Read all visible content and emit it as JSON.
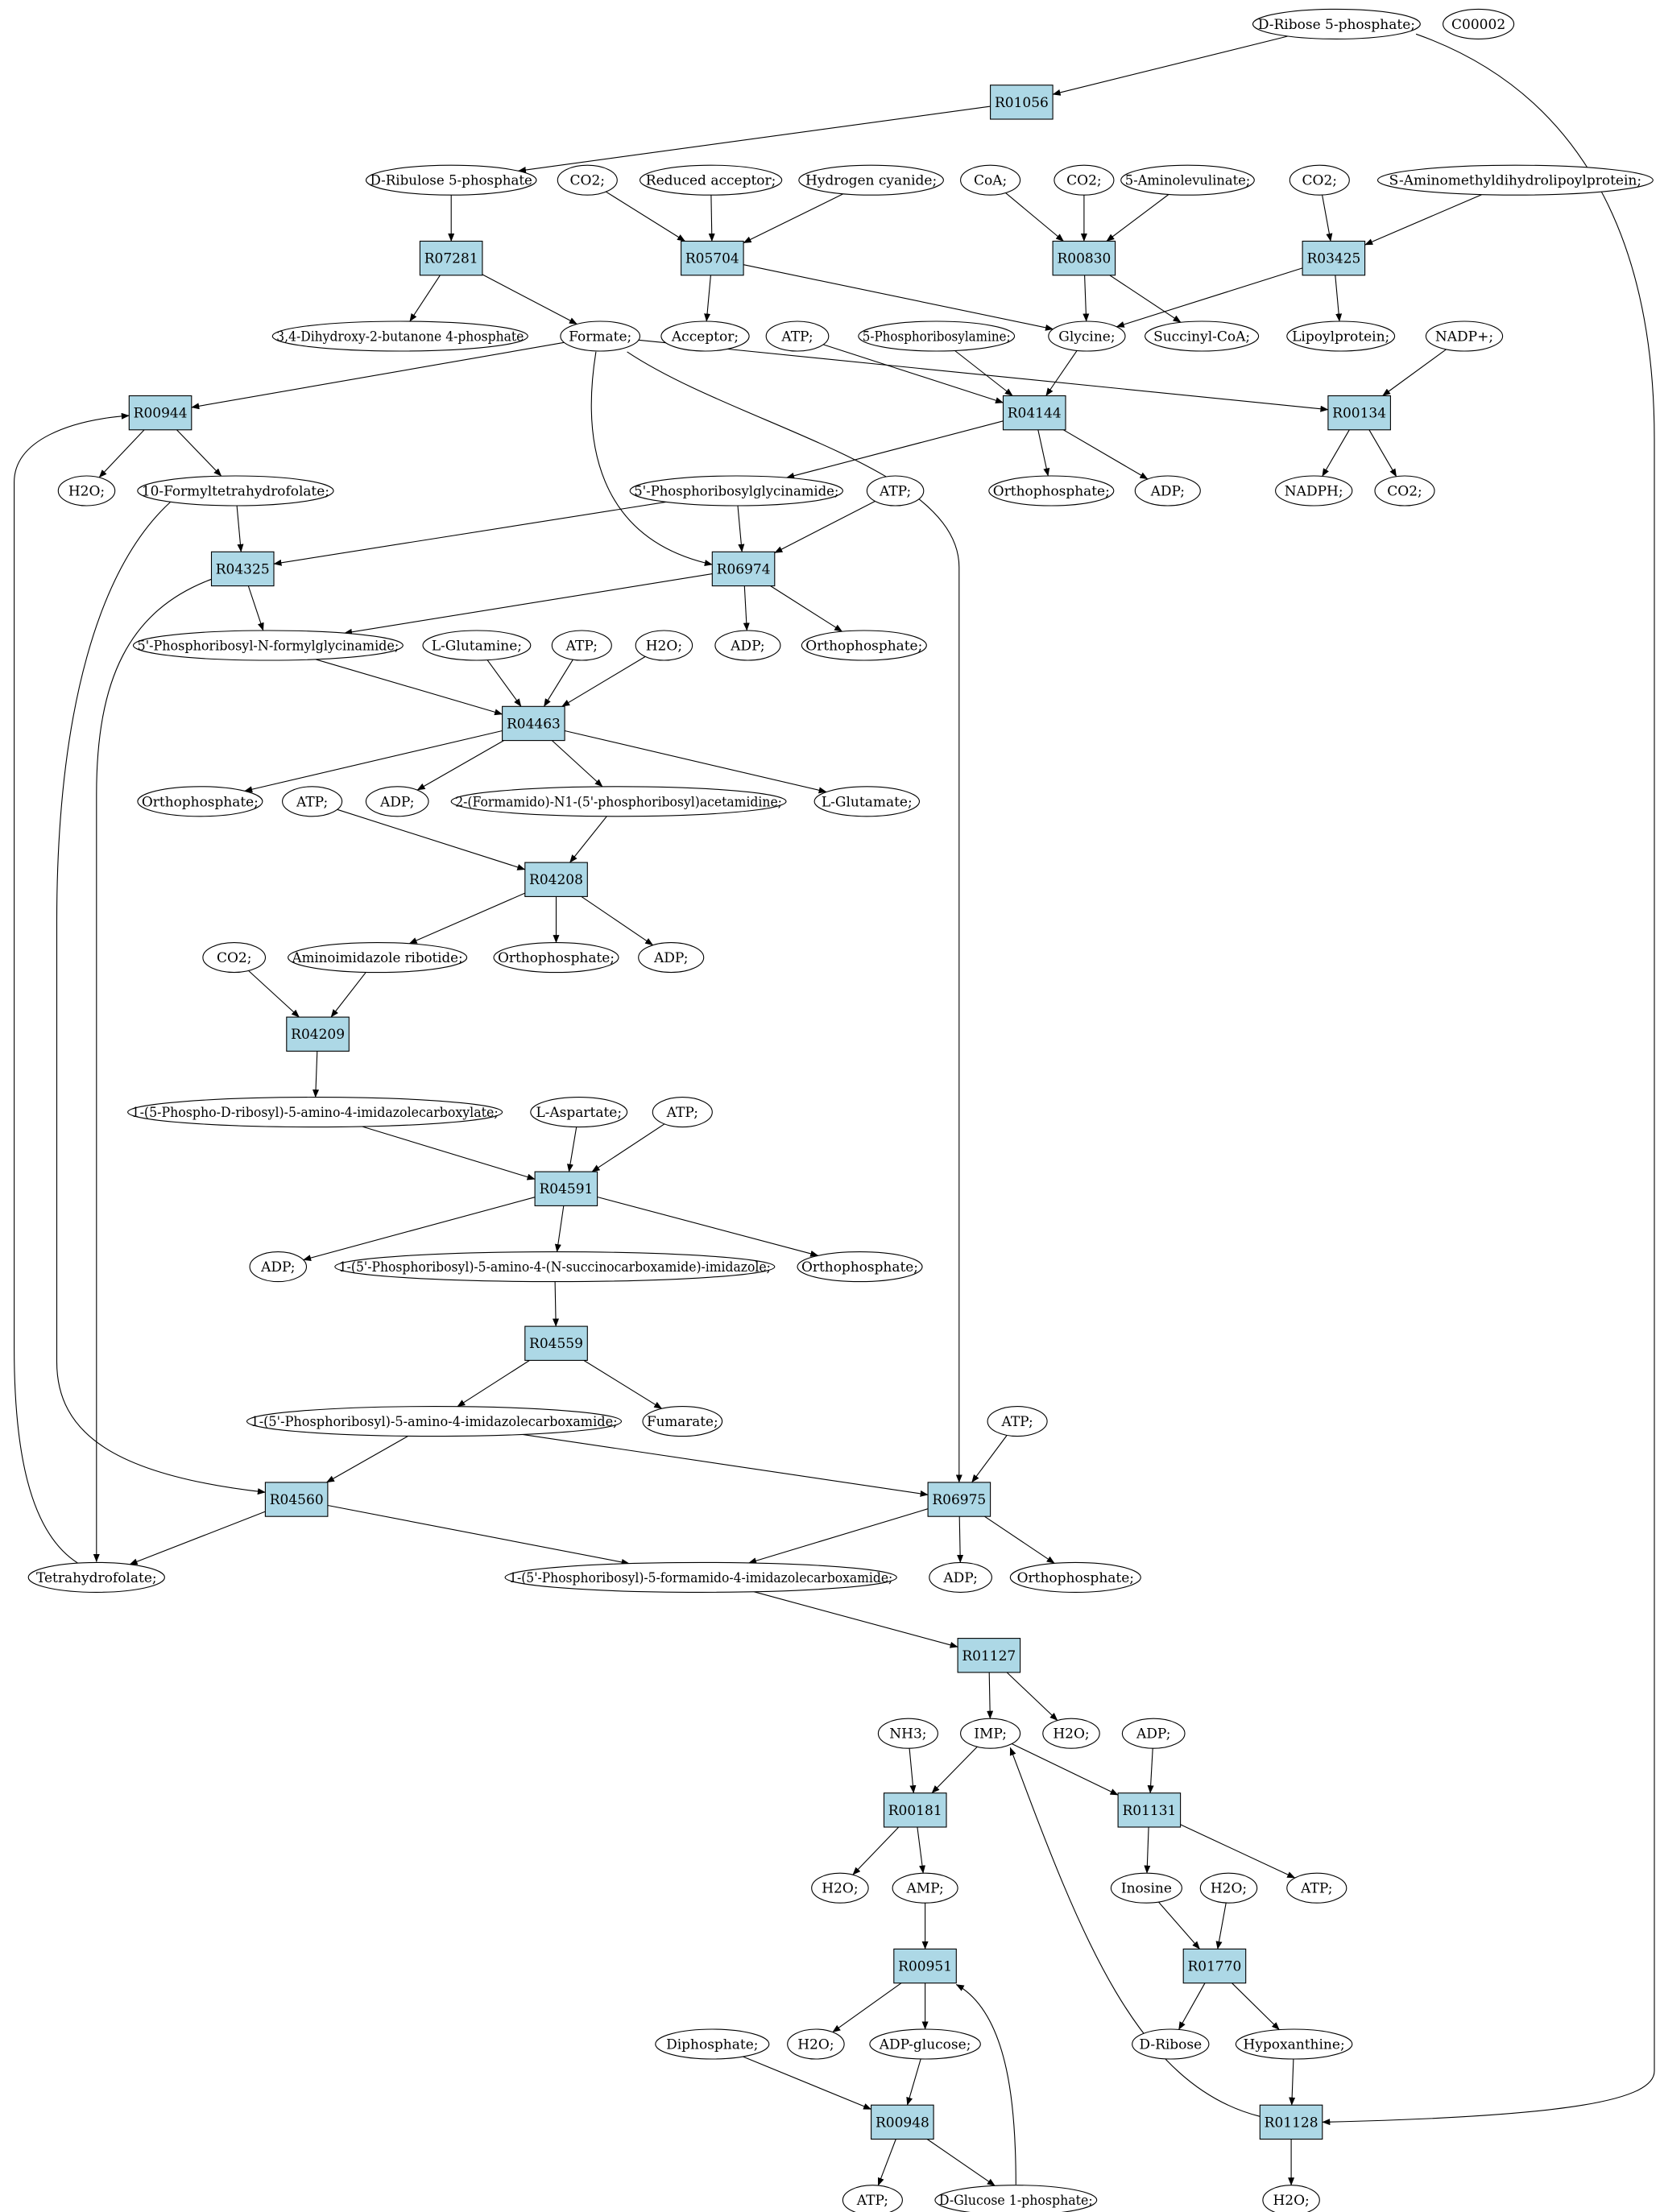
{
  "colors": {
    "reaction_fill": "#add8e6",
    "start_fill": "#00ff00",
    "highlight_fill": "#ffff00",
    "compound_fill": "#ffffff"
  },
  "nodes": [
    {
      "id": "c_rib5p",
      "label": "D-Ribose 5-phosphate;",
      "kind": "compound",
      "style": "start"
    },
    {
      "id": "c_c00002",
      "label": "C00002",
      "kind": "compound",
      "style": "highlight"
    },
    {
      "id": "R01056",
      "label": "R01056",
      "kind": "reaction"
    },
    {
      "id": "c_ribu5p",
      "label": "D-Ribulose 5-phosphate",
      "kind": "compound"
    },
    {
      "id": "c_co2_a",
      "label": "CO2;",
      "kind": "compound"
    },
    {
      "id": "c_redacc",
      "label": "Reduced acceptor;",
      "kind": "compound"
    },
    {
      "id": "c_hcn",
      "label": "Hydrogen cyanide;",
      "kind": "compound"
    },
    {
      "id": "c_coa",
      "label": "CoA;",
      "kind": "compound"
    },
    {
      "id": "c_co2_b",
      "label": "CO2;",
      "kind": "compound"
    },
    {
      "id": "c_ala5",
      "label": "5-Aminolevulinate;",
      "kind": "compound"
    },
    {
      "id": "c_co2_c",
      "label": "CO2;",
      "kind": "compound"
    },
    {
      "id": "c_samdlp",
      "label": "S-Aminomethyldihydrolipoylprotein;",
      "kind": "compound"
    },
    {
      "id": "R07281",
      "label": "R07281",
      "kind": "reaction"
    },
    {
      "id": "R05704",
      "label": "R05704",
      "kind": "reaction"
    },
    {
      "id": "R00830",
      "label": "R00830",
      "kind": "reaction"
    },
    {
      "id": "R03425",
      "label": "R03425",
      "kind": "reaction"
    },
    {
      "id": "c_dhbp",
      "label": "3,4-Dihydroxy-2-butanone 4-phosphate",
      "kind": "compound"
    },
    {
      "id": "c_formate",
      "label": "Formate;",
      "kind": "compound"
    },
    {
      "id": "c_acceptor",
      "label": "Acceptor;",
      "kind": "compound"
    },
    {
      "id": "c_atp_a",
      "label": "ATP;",
      "kind": "compound"
    },
    {
      "id": "c_5pra",
      "label": "5-Phosphoribosylamine;",
      "kind": "compound"
    },
    {
      "id": "c_glycine",
      "label": "Glycine;",
      "kind": "compound"
    },
    {
      "id": "c_succoa",
      "label": "Succinyl-CoA;",
      "kind": "compound"
    },
    {
      "id": "c_lipoyl",
      "label": "Lipoylprotein;",
      "kind": "compound"
    },
    {
      "id": "c_nadp",
      "label": "NADP+;",
      "kind": "compound"
    },
    {
      "id": "R00944",
      "label": "R00944",
      "kind": "reaction"
    },
    {
      "id": "R04144",
      "label": "R04144",
      "kind": "reaction"
    },
    {
      "id": "R00134",
      "label": "R00134",
      "kind": "reaction"
    },
    {
      "id": "c_h2o_a",
      "label": "H2O;",
      "kind": "compound"
    },
    {
      "id": "c_10fthf",
      "label": "10-Formyltetrahydrofolate;",
      "kind": "compound"
    },
    {
      "id": "c_gar",
      "label": "5'-Phosphoribosylglycinamide;",
      "kind": "compound"
    },
    {
      "id": "c_atp_b",
      "label": "ATP;",
      "kind": "compound"
    },
    {
      "id": "c_pi_a",
      "label": "Orthophosphate;",
      "kind": "compound"
    },
    {
      "id": "c_adp_a",
      "label": "ADP;",
      "kind": "compound"
    },
    {
      "id": "c_nadph",
      "label": "NADPH;",
      "kind": "compound"
    },
    {
      "id": "c_co2_d",
      "label": "CO2;",
      "kind": "compound"
    },
    {
      "id": "R04325",
      "label": "R04325",
      "kind": "reaction"
    },
    {
      "id": "R06974",
      "label": "R06974",
      "kind": "reaction"
    },
    {
      "id": "c_fgar",
      "label": "5'-Phosphoribosyl-N-formylglycinamide;",
      "kind": "compound"
    },
    {
      "id": "c_gln",
      "label": "L-Glutamine;",
      "kind": "compound"
    },
    {
      "id": "c_atp_c",
      "label": "ATP;",
      "kind": "compound"
    },
    {
      "id": "c_h2o_b",
      "label": "H2O;",
      "kind": "compound"
    },
    {
      "id": "c_adp_b",
      "label": "ADP;",
      "kind": "compound"
    },
    {
      "id": "c_pi_b",
      "label": "Orthophosphate;",
      "kind": "compound"
    },
    {
      "id": "R04463",
      "label": "R04463",
      "kind": "reaction"
    },
    {
      "id": "c_pi_c",
      "label": "Orthophosphate;",
      "kind": "compound"
    },
    {
      "id": "c_atp_d",
      "label": "ATP;",
      "kind": "compound"
    },
    {
      "id": "c_adp_c",
      "label": "ADP;",
      "kind": "compound"
    },
    {
      "id": "c_fgam",
      "label": "2-(Formamido)-N1-(5'-phosphoribosyl)acetamidine;",
      "kind": "compound"
    },
    {
      "id": "c_glu",
      "label": "L-Glutamate;",
      "kind": "compound"
    },
    {
      "id": "R04208",
      "label": "R04208",
      "kind": "reaction"
    },
    {
      "id": "c_co2_e",
      "label": "CO2;",
      "kind": "compound"
    },
    {
      "id": "c_air",
      "label": "Aminoimidazole ribotide;",
      "kind": "compound"
    },
    {
      "id": "c_pi_d",
      "label": "Orthophosphate;",
      "kind": "compound"
    },
    {
      "id": "c_adp_d",
      "label": "ADP;",
      "kind": "compound"
    },
    {
      "id": "R04209",
      "label": "R04209",
      "kind": "reaction"
    },
    {
      "id": "c_cair",
      "label": "1-(5-Phospho-D-ribosyl)-5-amino-4-imidazolecarboxylate;",
      "kind": "compound"
    },
    {
      "id": "c_asp",
      "label": "L-Aspartate;",
      "kind": "compound"
    },
    {
      "id": "c_atp_e",
      "label": "ATP;",
      "kind": "compound"
    },
    {
      "id": "R04591",
      "label": "R04591",
      "kind": "reaction"
    },
    {
      "id": "c_adp_e",
      "label": "ADP;",
      "kind": "compound"
    },
    {
      "id": "c_saicar",
      "label": "1-(5'-Phosphoribosyl)-5-amino-4-(N-succinocarboxamide)-imidazole;",
      "kind": "compound"
    },
    {
      "id": "c_pi_e",
      "label": "Orthophosphate;",
      "kind": "compound"
    },
    {
      "id": "R04559",
      "label": "R04559",
      "kind": "reaction"
    },
    {
      "id": "c_aicar",
      "label": "1-(5'-Phosphoribosyl)-5-amino-4-imidazolecarboxamide;",
      "kind": "compound"
    },
    {
      "id": "c_fum",
      "label": "Fumarate;",
      "kind": "compound"
    },
    {
      "id": "c_atp_f",
      "label": "ATP;",
      "kind": "compound"
    },
    {
      "id": "R04560",
      "label": "R04560",
      "kind": "reaction"
    },
    {
      "id": "R06975",
      "label": "R06975",
      "kind": "reaction"
    },
    {
      "id": "c_thf",
      "label": "Tetrahydrofolate;",
      "kind": "compound"
    },
    {
      "id": "c_faicar",
      "label": "1-(5'-Phosphoribosyl)-5-formamido-4-imidazolecarboxamide;",
      "kind": "compound"
    },
    {
      "id": "c_adp_f",
      "label": "ADP;",
      "kind": "compound"
    },
    {
      "id": "c_pi_f",
      "label": "Orthophosphate;",
      "kind": "compound"
    },
    {
      "id": "R01127",
      "label": "R01127",
      "kind": "reaction"
    },
    {
      "id": "c_nh3",
      "label": "NH3;",
      "kind": "compound"
    },
    {
      "id": "c_imp",
      "label": "IMP;",
      "kind": "compound"
    },
    {
      "id": "c_h2o_c",
      "label": "H2O;",
      "kind": "compound"
    },
    {
      "id": "c_adp_g",
      "label": "ADP;",
      "kind": "compound"
    },
    {
      "id": "R00181",
      "label": "R00181",
      "kind": "reaction"
    },
    {
      "id": "R01131",
      "label": "R01131",
      "kind": "reaction"
    },
    {
      "id": "c_h2o_d",
      "label": "H2O;",
      "kind": "compound"
    },
    {
      "id": "c_amp",
      "label": "AMP;",
      "kind": "compound"
    },
    {
      "id": "c_inosine",
      "label": "Inosine",
      "kind": "compound"
    },
    {
      "id": "c_h2o_e",
      "label": "H2O;",
      "kind": "compound"
    },
    {
      "id": "c_atp_g",
      "label": "ATP;",
      "kind": "compound"
    },
    {
      "id": "R00951",
      "label": "R00951",
      "kind": "reaction"
    },
    {
      "id": "R01770",
      "label": "R01770",
      "kind": "reaction"
    },
    {
      "id": "c_ppi",
      "label": "Diphosphate;",
      "kind": "compound"
    },
    {
      "id": "c_h2o_f",
      "label": "H2O;",
      "kind": "compound"
    },
    {
      "id": "c_adpglc",
      "label": "ADP-glucose;",
      "kind": "compound"
    },
    {
      "id": "c_dribose",
      "label": "D-Ribose",
      "kind": "compound"
    },
    {
      "id": "c_hypox",
      "label": "Hypoxanthine;",
      "kind": "compound"
    },
    {
      "id": "R00948",
      "label": "R00948",
      "kind": "reaction"
    },
    {
      "id": "R01128",
      "label": "R01128",
      "kind": "reaction"
    },
    {
      "id": "c_atp_h",
      "label": "ATP;",
      "kind": "compound"
    },
    {
      "id": "c_g1p",
      "label": "D-Glucose 1-phosphate;",
      "kind": "compound"
    },
    {
      "id": "c_h2o_g",
      "label": "H2O;",
      "kind": "compound"
    }
  ],
  "edges": [
    [
      "c_rib5p",
      "R01056"
    ],
    [
      "R01056",
      "c_ribu5p"
    ],
    [
      "c_rib5p",
      "R01128"
    ],
    [
      "c_ribu5p",
      "R07281"
    ],
    [
      "R07281",
      "c_dhbp"
    ],
    [
      "R07281",
      "c_formate"
    ],
    [
      "c_co2_a",
      "R05704"
    ],
    [
      "c_redacc",
      "R05704"
    ],
    [
      "c_hcn",
      "R05704"
    ],
    [
      "R05704",
      "c_acceptor"
    ],
    [
      "R05704",
      "c_glycine"
    ],
    [
      "c_coa",
      "R00830"
    ],
    [
      "c_co2_b",
      "R00830"
    ],
    [
      "c_ala5",
      "R00830"
    ],
    [
      "R00830",
      "c_glycine"
    ],
    [
      "R00830",
      "c_succoa"
    ],
    [
      "c_co2_c",
      "R03425"
    ],
    [
      "c_samdlp",
      "R03425"
    ],
    [
      "R03425",
      "c_glycine"
    ],
    [
      "R03425",
      "c_lipoyl"
    ],
    [
      "c_formate",
      "R00944"
    ],
    [
      "c_formate",
      "R06974"
    ],
    [
      "c_formate",
      "R06975"
    ],
    [
      "c_formate",
      "R00134"
    ],
    [
      "c_atp_a",
      "R04144"
    ],
    [
      "c_5pra",
      "R04144"
    ],
    [
      "c_glycine",
      "R04144"
    ],
    [
      "R04144",
      "c_gar"
    ],
    [
      "R04144",
      "c_pi_a"
    ],
    [
      "R04144",
      "c_adp_a"
    ],
    [
      "c_nadp",
      "R00134"
    ],
    [
      "R00134",
      "c_nadph"
    ],
    [
      "R00134",
      "c_co2_d"
    ],
    [
      "R00944",
      "c_h2o_a"
    ],
    [
      "R00944",
      "c_10fthf"
    ],
    [
      "c_thf",
      "R00944"
    ],
    [
      "c_10fthf",
      "R04325"
    ],
    [
      "c_10fthf",
      "R04560"
    ],
    [
      "c_gar",
      "R04325"
    ],
    [
      "c_gar",
      "R06974"
    ],
    [
      "c_atp_b",
      "R06974"
    ],
    [
      "R04325",
      "c_fgar"
    ],
    [
      "R04325",
      "c_thf"
    ],
    [
      "R06974",
      "c_fgar"
    ],
    [
      "R06974",
      "c_adp_b"
    ],
    [
      "R06974",
      "c_pi_b"
    ],
    [
      "c_fgar",
      "R04463"
    ],
    [
      "c_gln",
      "R04463"
    ],
    [
      "c_atp_c",
      "R04463"
    ],
    [
      "c_h2o_b",
      "R04463"
    ],
    [
      "R04463",
      "c_pi_c"
    ],
    [
      "R04463",
      "c_adp_c"
    ],
    [
      "R04463",
      "c_fgam"
    ],
    [
      "R04463",
      "c_glu"
    ],
    [
      "c_atp_d",
      "R04208"
    ],
    [
      "c_fgam",
      "R04208"
    ],
    [
      "R04208",
      "c_air"
    ],
    [
      "R04208",
      "c_pi_d"
    ],
    [
      "R04208",
      "c_adp_d"
    ],
    [
      "c_co2_e",
      "R04209"
    ],
    [
      "c_air",
      "R04209"
    ],
    [
      "R04209",
      "c_cair"
    ],
    [
      "c_cair",
      "R04591"
    ],
    [
      "c_asp",
      "R04591"
    ],
    [
      "c_atp_e",
      "R04591"
    ],
    [
      "R04591",
      "c_adp_e"
    ],
    [
      "R04591",
      "c_saicar"
    ],
    [
      "R04591",
      "c_pi_e"
    ],
    [
      "c_saicar",
      "R04559"
    ],
    [
      "R04559",
      "c_aicar"
    ],
    [
      "R04559",
      "c_fum"
    ],
    [
      "c_aicar",
      "R04560"
    ],
    [
      "c_aicar",
      "R06975"
    ],
    [
      "c_atp_f",
      "R06975"
    ],
    [
      "R04560",
      "c_thf"
    ],
    [
      "R04560",
      "c_faicar"
    ],
    [
      "R06975",
      "c_faicar"
    ],
    [
      "R06975",
      "c_adp_f"
    ],
    [
      "R06975",
      "c_pi_f"
    ],
    [
      "c_faicar",
      "R01127"
    ],
    [
      "R01127",
      "c_imp"
    ],
    [
      "R01127",
      "c_h2o_c"
    ],
    [
      "c_nh3",
      "R00181"
    ],
    [
      "c_imp",
      "R00181"
    ],
    [
      "c_imp",
      "R01131"
    ],
    [
      "c_adp_g",
      "R01131"
    ],
    [
      "R00181",
      "c_h2o_d"
    ],
    [
      "R00181",
      "c_amp"
    ],
    [
      "R01131",
      "c_inosine"
    ],
    [
      "R01131",
      "c_atp_g"
    ],
    [
      "c_amp",
      "R00951"
    ],
    [
      "R00951",
      "c_h2o_f"
    ],
    [
      "R00951",
      "c_adpglc"
    ],
    [
      "c_g1p",
      "R00951"
    ],
    [
      "c_inosine",
      "R01770"
    ],
    [
      "c_h2o_e",
      "R01770"
    ],
    [
      "R01770",
      "c_dribose"
    ],
    [
      "R01770",
      "c_hypox"
    ],
    [
      "c_ppi",
      "R00948"
    ],
    [
      "c_adpglc",
      "R00948"
    ],
    [
      "R00948",
      "c_atp_h"
    ],
    [
      "R00948",
      "c_g1p"
    ],
    [
      "c_hypox",
      "R01128"
    ],
    [
      "R01128",
      "c_h2o_g"
    ],
    [
      "R01128",
      "c_imp"
    ]
  ]
}
